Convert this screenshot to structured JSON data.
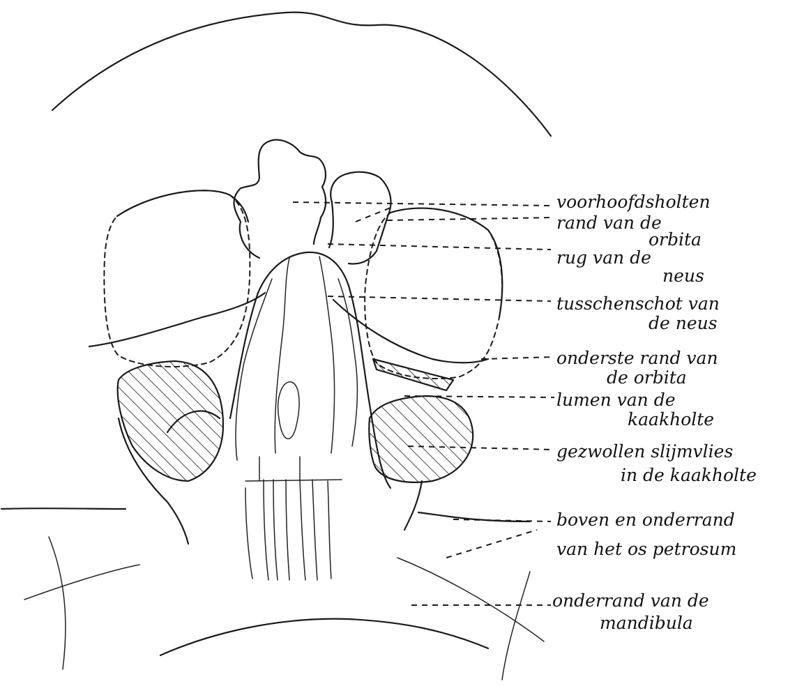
{
  "labels": {
    "voorhoofdsholten": "voorhoofdsholten",
    "rand_orbita_1": "rand van de",
    "rand_orbita_2": "orbita",
    "rug_neus_1": "rug van de",
    "rug_neus_2": "neus",
    "tussenschot_1": "tusschenschot van",
    "tussenschot_2": "de neus",
    "onderste_rand_1": "onderste rand van",
    "onderste_rand_2": "de orbita",
    "lumen_1": "lumen van de",
    "lumen_2": "kaakholte",
    "slijmvlies_1": "gezwollen slijmvlies",
    "slijmvlies_2": "in de kaakholte",
    "petrosum_1": "boven en onderrand",
    "petrosum_2": "van het os petrosum",
    "mandibula_1": "onderrand van de",
    "mandibula_2": "mandibula"
  },
  "colors": {
    "ink": "#1a1a1a",
    "paper": "#ffffff"
  }
}
